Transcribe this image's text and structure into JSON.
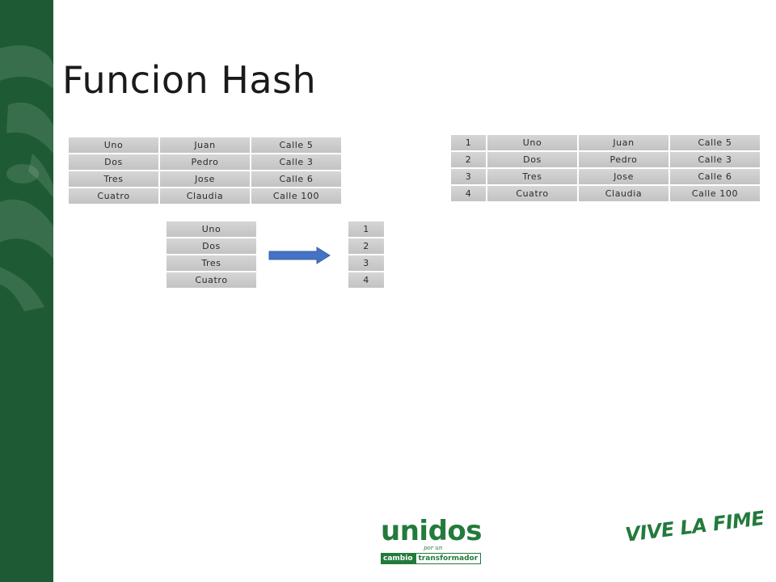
{
  "title": "Funcion Hash",
  "colors": {
    "band": "#1e5b34",
    "cell": "#cbcbcb",
    "arrow": "#4472c4",
    "brand": "#237a3c"
  },
  "table_left": {
    "rows": [
      [
        "Uno",
        "Juan",
        "Calle 5"
      ],
      [
        "Dos",
        "Pedro",
        "Calle 3"
      ],
      [
        "Tres",
        "Jose",
        "Calle 6"
      ],
      [
        "Cuatro",
        "Claudia",
        "Calle 100"
      ]
    ]
  },
  "table_keys": {
    "rows": [
      "Uno",
      "Dos",
      "Tres",
      "Cuatro"
    ]
  },
  "table_index": {
    "rows": [
      "1",
      "2",
      "3",
      "4"
    ]
  },
  "table_right": {
    "rows": [
      [
        "1",
        "Uno",
        "Juan",
        "Calle 5"
      ],
      [
        "2",
        "Dos",
        "Pedro",
        "Calle 3"
      ],
      [
        "3",
        "Tres",
        "Jose",
        "Calle 6"
      ],
      [
        "4",
        "Cuatro",
        "Claudia",
        "Calle 100"
      ]
    ]
  },
  "logos": {
    "unidos": {
      "word": "unidos",
      "small": "por un",
      "bar_left": "cambio",
      "bar_right": "transformador"
    },
    "fime": "VIVE LA FIME"
  },
  "icons": {
    "band_graphic": "tiger-head-icon",
    "arrow": "arrow-right-icon"
  }
}
